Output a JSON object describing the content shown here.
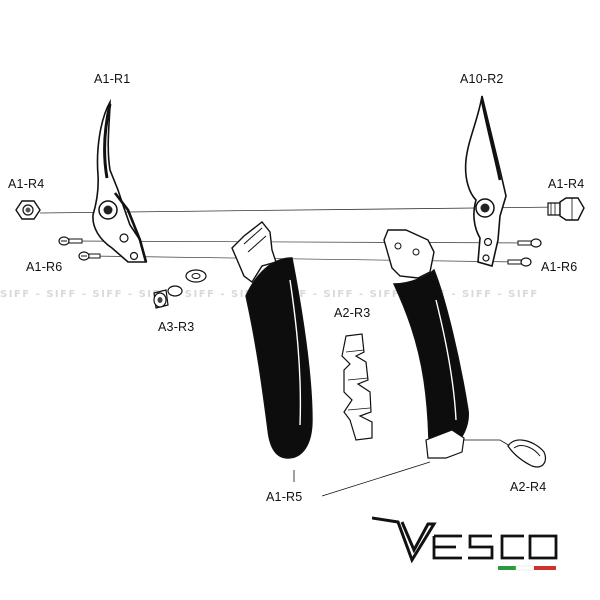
{
  "labels": {
    "blade_left": "A1-R1",
    "blade_right": "A10-R2",
    "nut_left": "A1-R4",
    "nut_right": "A1-R4",
    "screws_left": "A1-R6",
    "screws_right": "A1-R6",
    "washer_set": "A3-R3",
    "spring": "A2-R3",
    "handles": "A1-R5",
    "latch": "A2-R4"
  },
  "watermark": "SIFF  -  SIFF  -  SIFF  -  SIFF  -  SIFF  -  SIFF  -  SIFF  -  SIFF  -  SIFF  -  SIFF  -  SIFF  -  SIFF",
  "brand": {
    "name": "Vesco",
    "flag_colors": [
      "#2e9a3e",
      "#ffffff",
      "#d0312d"
    ]
  }
}
